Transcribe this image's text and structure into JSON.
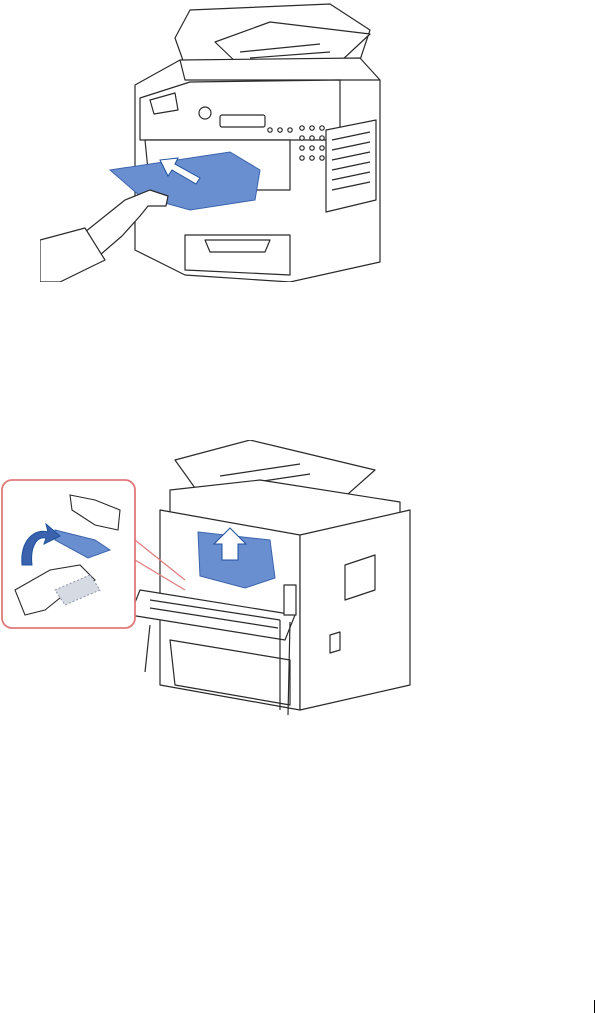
{
  "colors": {
    "paper": "#6a8fd0",
    "paper_dark": "#3b63ad",
    "arrow": "#1d4f9c",
    "outline": "#2a2a2a",
    "callout_border": "#e07a7a",
    "background": "#ffffff"
  },
  "figures": [
    {
      "name": "front-paper-jam",
      "icon": "printer-front-with-jammed-paper"
    },
    {
      "name": "rear-paper-jam",
      "icon": "printer-rear-open-with-jammed-paper"
    }
  ]
}
